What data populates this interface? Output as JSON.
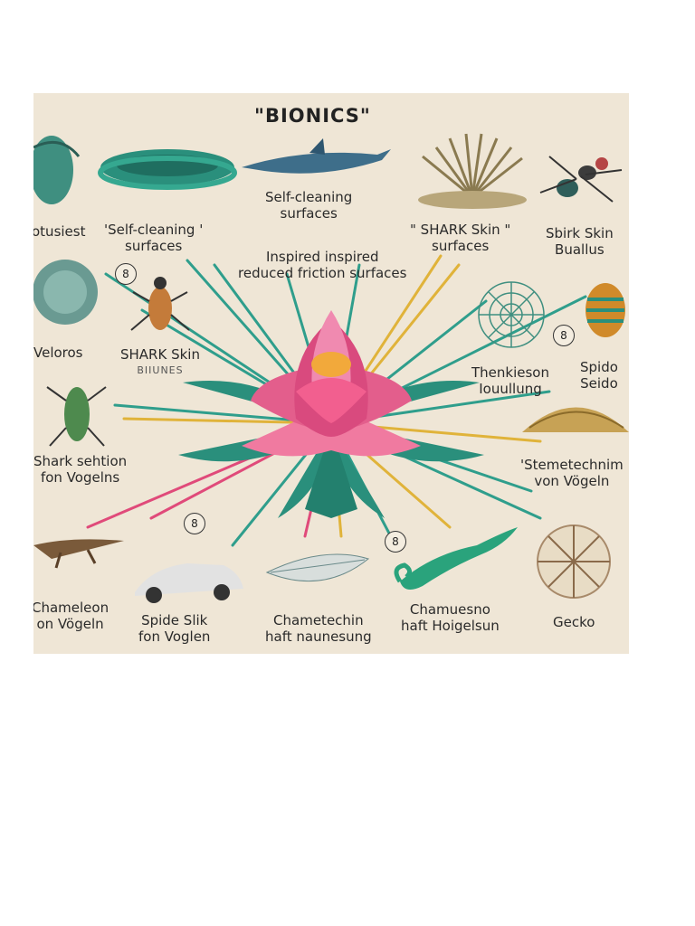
{
  "title": "\"BIONICS\"",
  "center_caption": [
    "Inspired inspired",
    "reduced friction surfaces"
  ],
  "labels": {
    "lotusiest": "otusiest",
    "self_cleaning_left": [
      "'Self-cleaning '",
      "surfaces"
    ],
    "self_cleaning_top": [
      "Self-cleaning",
      "surfaces"
    ],
    "shark_skin_surfaces": [
      "\" SHARK Skin \"",
      "surfaces"
    ],
    "sbirk_skin": [
      "Sbirk Skin",
      "Buallus"
    ],
    "veloros": "Veloros",
    "shark_skin_left": [
      "SHARK Skin",
      "BIIUNES"
    ],
    "thenkieson": [
      "Thenkieson",
      "Iouullung"
    ],
    "spido_seido": [
      "Spido",
      "Seido"
    ],
    "shark_section": [
      "Shark sehtion",
      "fon Vogelns"
    ],
    "stemetechnim": [
      "'Stemetechnim",
      "von Vögeln"
    ],
    "chameleon_left": [
      "Chameleon",
      "on Vögeln"
    ],
    "spide_slik": [
      "Spide Slik",
      "fon Voglen"
    ],
    "chametechin": [
      "Chametechin",
      "haft naunesung"
    ],
    "chamuesno": [
      "Chamuesno",
      "haft Hoigelsun"
    ],
    "gecko": "Gecko"
  },
  "badges": [
    "8",
    "8",
    "8",
    "8"
  ],
  "colors": {
    "background": "#efe6d6",
    "lotus_pink": "#e35e8c",
    "lotus_center": "#f2a93b",
    "leaf_teal": "#2a8f7c",
    "line_teal": "#2f9e8c",
    "line_pink": "#e04a7a",
    "line_gold": "#e0b33a",
    "gecko_green": "#2aa37c"
  }
}
